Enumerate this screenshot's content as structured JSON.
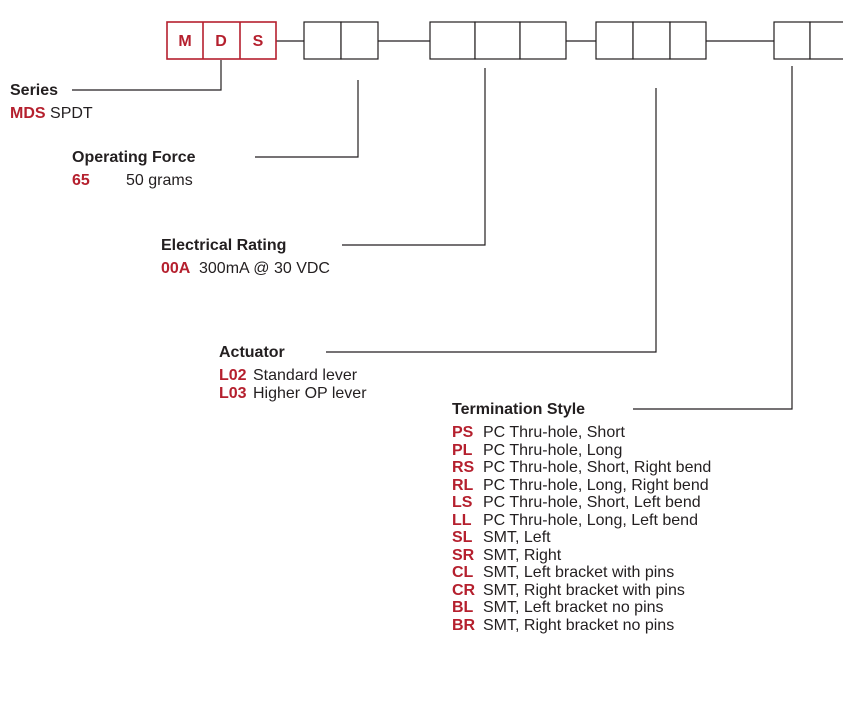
{
  "colors": {
    "accent": "#b5202e",
    "text": "#231f20",
    "line": "#231f20",
    "box_border": "#b5202e"
  },
  "part_number": {
    "prefix_letters": [
      "M",
      "D",
      "S"
    ]
  },
  "series": {
    "heading": "Series",
    "options": [
      {
        "code": "MDS",
        "desc": "SPDT"
      }
    ]
  },
  "operating_force": {
    "heading": "Operating Force",
    "options": [
      {
        "code": "65",
        "desc": "50 grams"
      }
    ]
  },
  "electrical_rating": {
    "heading": "Electrical Rating",
    "options": [
      {
        "code": "00A",
        "desc": "300mA @ 30 VDC"
      }
    ]
  },
  "actuator": {
    "heading": "Actuator",
    "options": [
      {
        "code": "L02",
        "desc": "Standard lever"
      },
      {
        "code": "L03",
        "desc": "Higher OP lever"
      }
    ]
  },
  "termination_style": {
    "heading": "Termination Style",
    "options": [
      {
        "code": "PS",
        "desc": "PC Thru-hole, Short"
      },
      {
        "code": "PL",
        "desc": "PC Thru-hole, Long"
      },
      {
        "code": "RS",
        "desc": "PC Thru-hole, Short, Right bend"
      },
      {
        "code": "RL",
        "desc": "PC Thru-hole, Long, Right bend"
      },
      {
        "code": "LS",
        "desc": "PC Thru-hole, Short, Left bend"
      },
      {
        "code": "LL",
        "desc": "PC Thru-hole, Long, Left bend"
      },
      {
        "code": "SL",
        "desc": "SMT, Left"
      },
      {
        "code": "SR",
        "desc": "SMT, Right"
      },
      {
        "code": "CL",
        "desc": "SMT, Left bracket with pins"
      },
      {
        "code": "CR",
        "desc": "SMT, Right bracket with pins"
      },
      {
        "code": "BL",
        "desc": "SMT, Left bracket no pins"
      },
      {
        "code": "BR",
        "desc": "SMT, Right bracket no pins"
      }
    ]
  }
}
